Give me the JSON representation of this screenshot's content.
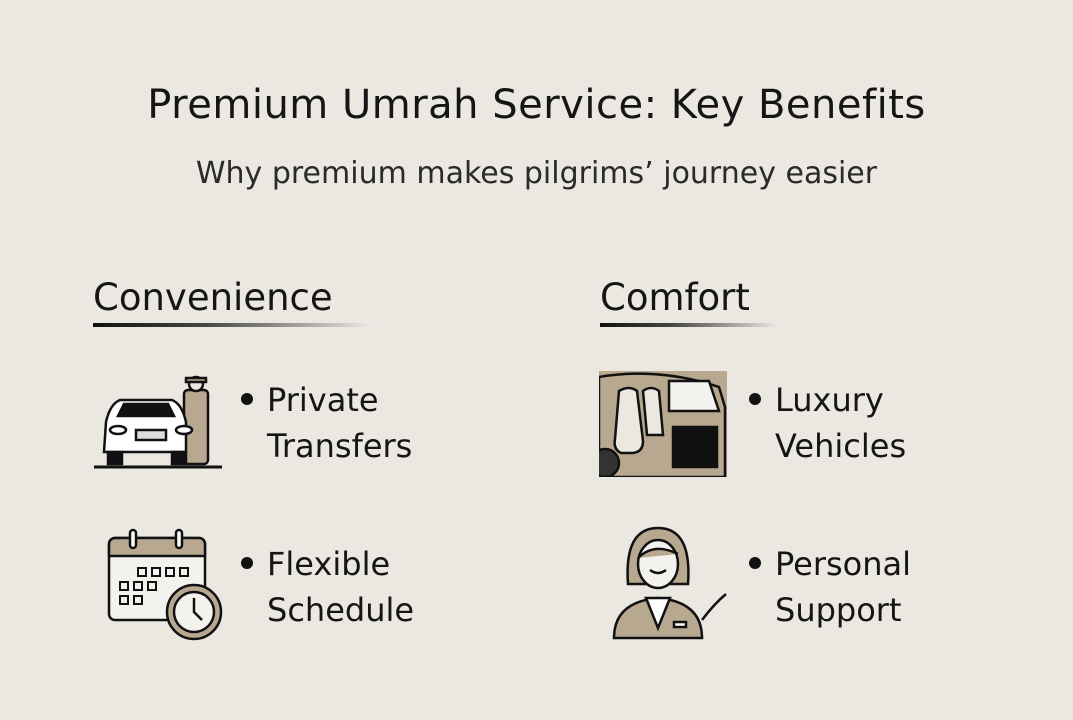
{
  "title": "Premium Umrah Service: Key Benefits",
  "subtitle": "Why premium makes pilgrims’ journey easier",
  "colors": {
    "background": "#ebe8e2",
    "accent": "#b9a890",
    "text": "#151515"
  },
  "columns": [
    {
      "heading": "Convenience",
      "items": [
        {
          "line1": "Private",
          "line2": "Transfers",
          "icon": "car-chauffeur-icon"
        },
        {
          "line1": "Flexible",
          "line2": "Schedule",
          "icon": "calendar-clock-icon"
        }
      ]
    },
    {
      "heading": "Comfort",
      "items": [
        {
          "line1": "Luxury",
          "line2": "Vehicles",
          "icon": "car-interior-icon"
        },
        {
          "line1": "Personal",
          "line2": "Support",
          "icon": "support-agent-icon"
        }
      ]
    }
  ]
}
